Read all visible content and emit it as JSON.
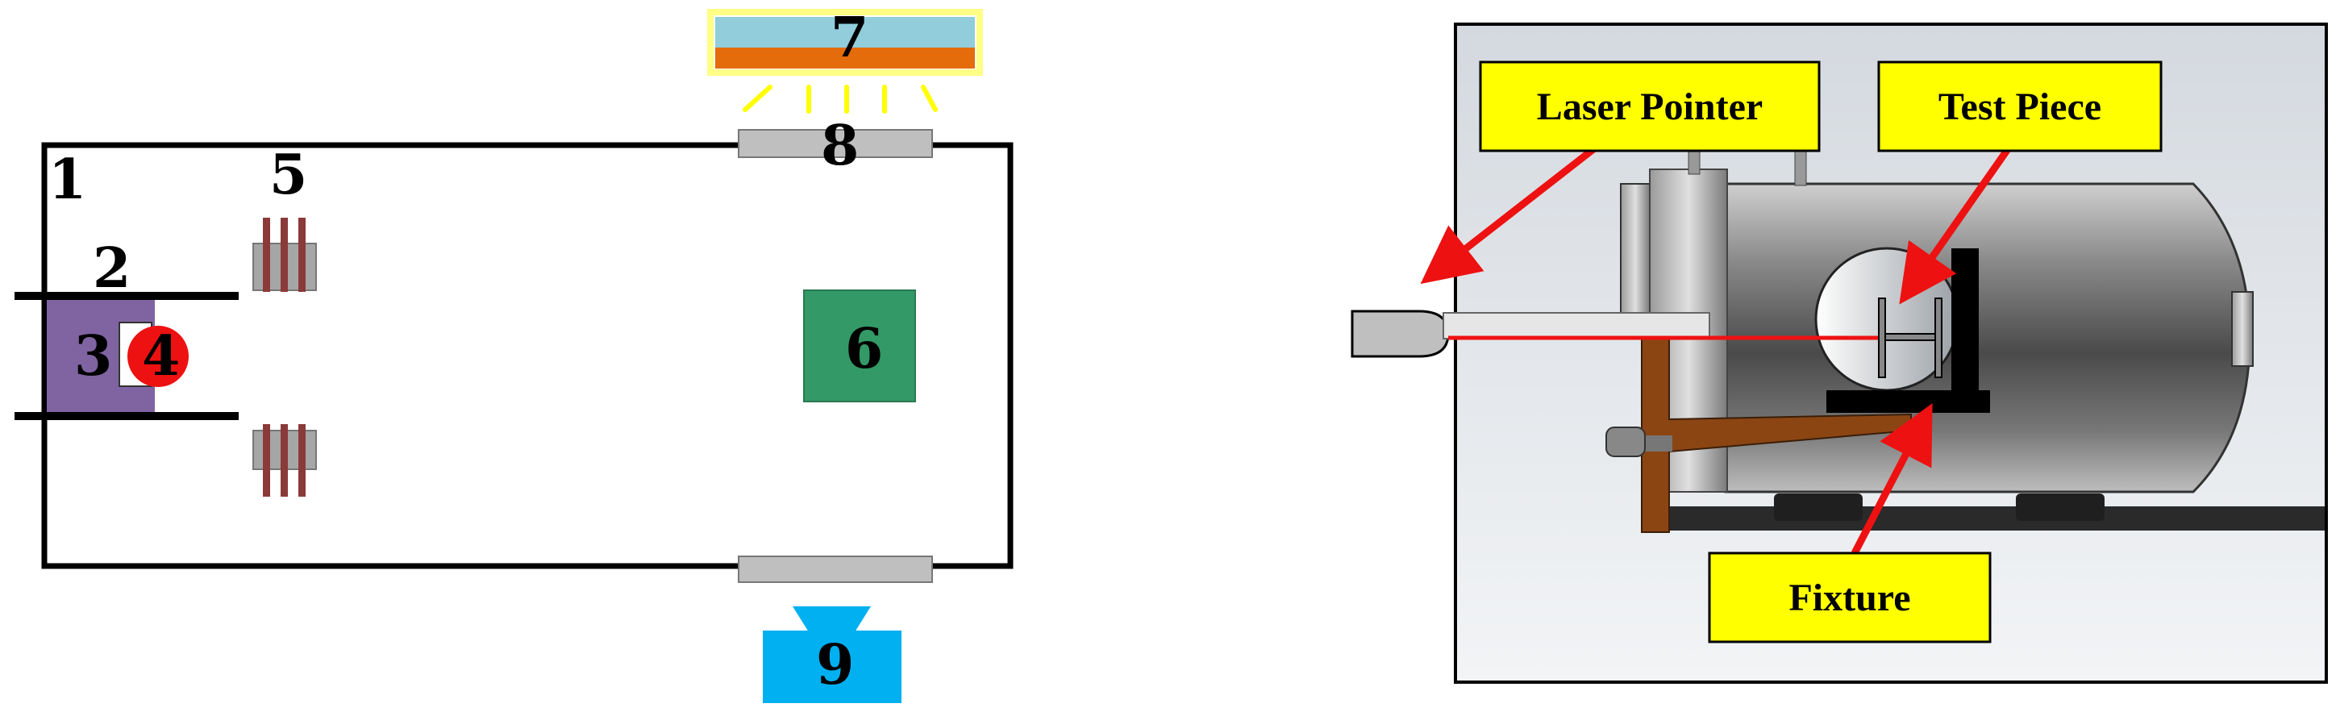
{
  "left_diagram": {
    "labels": {
      "n1": "1",
      "n2": "2",
      "n3": "3",
      "n4": "4",
      "n5": "5",
      "n6": "6",
      "n7": "7",
      "n8": "8",
      "n9": "9"
    },
    "colors": {
      "chamber_outline": "#000000",
      "block_3": "#8064A2",
      "circle_4": "#EE1111",
      "coil_5": "#8B3A3A",
      "coil_5_frame": "#A6A6A6",
      "block_6": "#339966",
      "window_8": "#BFBFBF",
      "panel_7_top": "#92CDDC",
      "panel_7_bottom": "#E46C0A",
      "panel_7_glow": "#FFFF00",
      "rays": "#FFFF00",
      "camera_9": "#00B0F0"
    }
  },
  "right_diagram": {
    "callouts": {
      "laser_pointer": "Laser Pointer",
      "test_piece": "Test Piece",
      "fixture": "Fixture"
    },
    "colors": {
      "callout_fill": "#FFFF00",
      "arrow": "#EE1111",
      "beam": "#EE1111",
      "fixture": "#000000",
      "vessel_body": "#6E6E6E",
      "flange": "#8B4513"
    }
  }
}
